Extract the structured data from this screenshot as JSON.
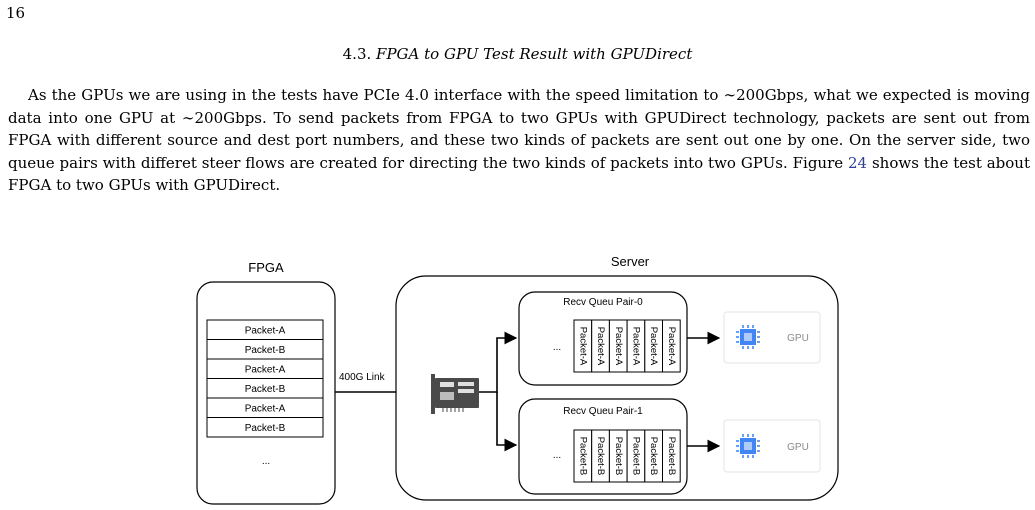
{
  "page": {
    "number": "16"
  },
  "section": {
    "number": "4.3.",
    "title": "FPGA to GPU Test Result with GPUDirect"
  },
  "paragraph": {
    "text_before_ref": "As the GPUs we are using in the tests have PCIe 4.0 interface with the speed limitation to ∼200Gbps, what we expected is moving data into one GPU at ∼200Gbps. To send packets from FPGA to two GPUs with GPUDirect technology, packets are sent out from FPGA with different source and dest port numbers, and these two kinds of packets are sent out one by one. On the server side, two queue pairs with differet steer flows are created for directing the two kinds of packets into two GPUs. Figure ",
    "figure_ref": "24",
    "text_after_ref": " shows the test about FPGA to two GPUs with GPUDirect."
  },
  "figure": {
    "fpga_label": "FPGA",
    "fpga_packets": [
      "Packet-A",
      "Packet-B",
      "Packet-A",
      "Packet-B",
      "Packet-A",
      "Packet-B"
    ],
    "fpga_ellipsis": "...",
    "link_label": "400G Link",
    "server_label": "Server",
    "queue_pairs": [
      {
        "label": "Recv Queu Pair-0",
        "ellipsis": "...",
        "packets": [
          "Packet-A",
          "Packet-A",
          "Packet-A",
          "Packet-A",
          "Packet-A",
          "Packet-A"
        ],
        "gpu_label": "GPU"
      },
      {
        "label": "Recv Queu Pair-1",
        "ellipsis": "...",
        "packets": [
          "Packet-B",
          "Packet-B",
          "Packet-B",
          "Packet-B",
          "Packet-B",
          "Packet-B"
        ],
        "gpu_label": "GPU"
      }
    ],
    "colors": {
      "gpu_icon_blue": "#4285f4",
      "gpu_icon_light": "#aecbfa",
      "gpu_label_gray": "#8a8a8a",
      "nic_dark": "#4a4a4a"
    }
  }
}
